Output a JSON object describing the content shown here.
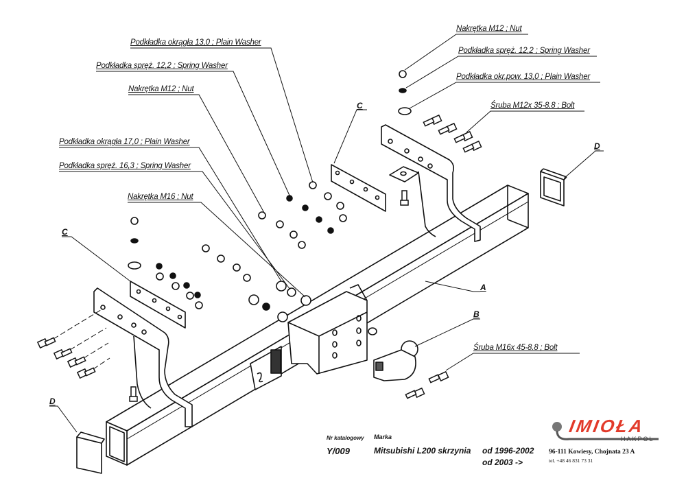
{
  "labels": {
    "plain_washer_13_top": "Podkładka okrągła 13,0 ;  Plain Washer",
    "spring_washer_12_left": "Podkładka spręż. 12,2 ; Spring Washer",
    "nut_m12_left": "Nakrętka  M12 ; Nut",
    "plain_washer_17": "Podkładka okrągła 17,0 ;  Plain Washer",
    "spring_washer_16": "Podkładka spręż. 16,3 ; Spring Washer",
    "nut_m16": "Nakrętka  M16 ; Nut",
    "nut_m12_right": "Nakrętka  M12 ; Nut",
    "spring_washer_12_right": "Podkładka spręż. 12,2 ; Spring Washer",
    "plain_washer_okr_pow": "Podkładka okr.pow. 13,0 ;  Plain Washer",
    "bolt_m12": "Śruba M12x 35-8.8 ;  Bolt",
    "bolt_m16": "Śruba M16x 45-8.8 ;  Bolt"
  },
  "part_letters": {
    "A": "A",
    "B": "B",
    "C_top": "C",
    "C_left": "C",
    "D_right": "D",
    "D_left": "D"
  },
  "title_block": {
    "catalog_label": "Nr katalogowy",
    "catalog_value": "Y/009",
    "brand_label": "Marka",
    "brand_value": "Mitsubishi L200 skrzynia",
    "years_1": "od 1996-2002",
    "years_2": "od 2003 ->"
  },
  "logo": {
    "brand": "IMIOŁA",
    "sub": "HAKPOL",
    "address": "96-111 Kowiesy, Chojnata 23 A",
    "phone": "tel. +48 46 831 73 31",
    "accent_color": "#e23a2a"
  }
}
